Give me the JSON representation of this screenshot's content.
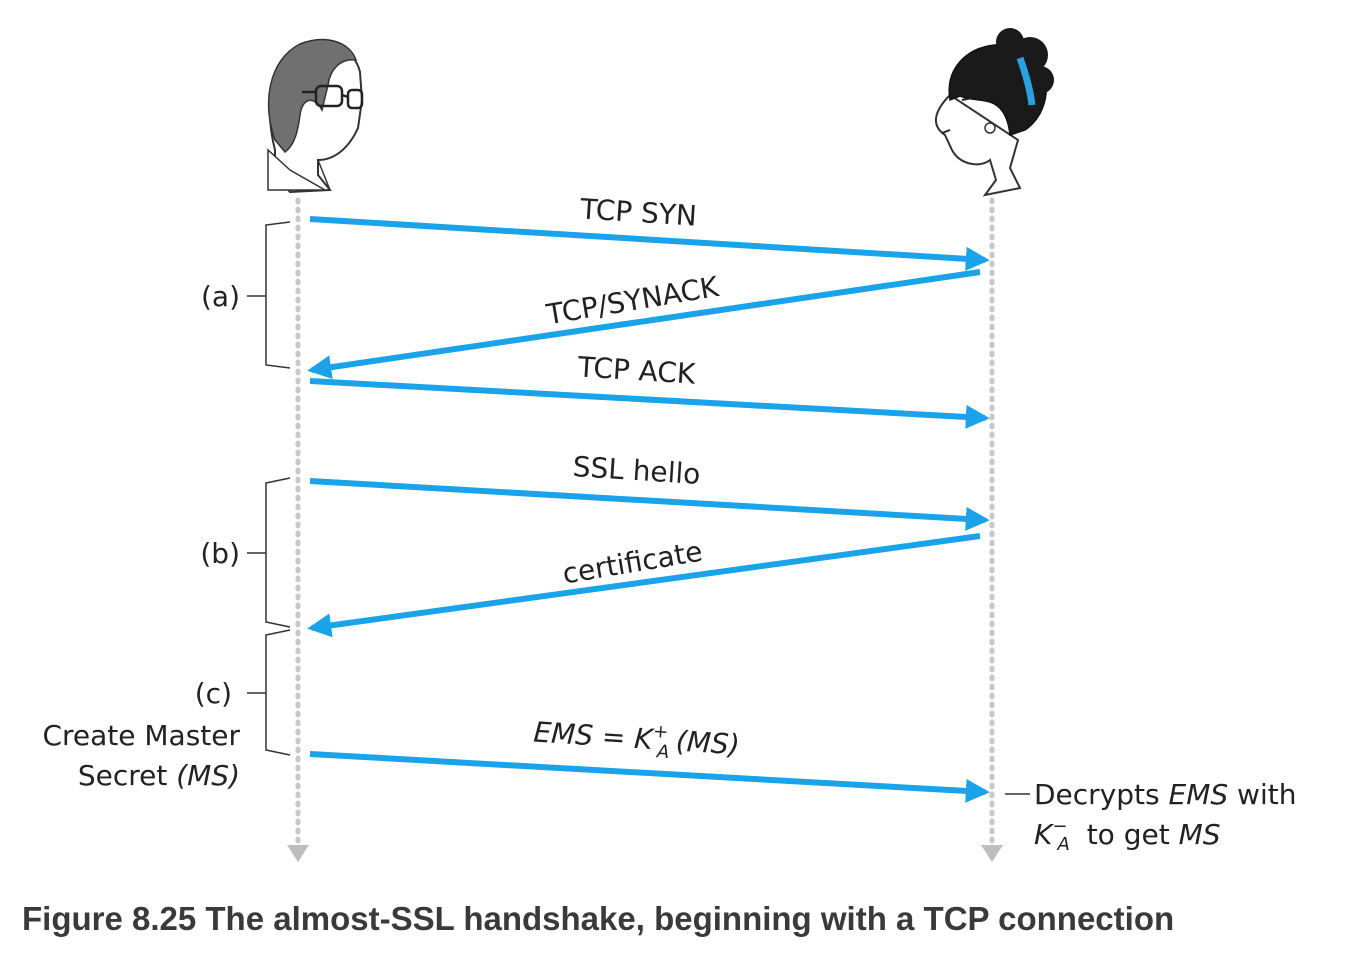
{
  "diagram": {
    "arrow_color": "#1aa3e8",
    "messages": [
      {
        "label": "TCP SYN",
        "direction": "alice-to-bob"
      },
      {
        "label": "TCP/SYNACK",
        "direction": "bob-to-alice"
      },
      {
        "label": "TCP ACK",
        "direction": "alice-to-bob"
      },
      {
        "label": "SSL hello",
        "direction": "alice-to-bob"
      },
      {
        "label": "certificate",
        "direction": "bob-to-alice"
      },
      {
        "label": "EMS = K",
        "sub": "A",
        "sup": "+",
        "tail": "(MS)",
        "direction": "alice-to-bob"
      }
    ],
    "phases": {
      "a": "(a)",
      "b": "(b)",
      "c": "(c)"
    },
    "alice_note": {
      "line1": "Create Master",
      "line2_plain": "Secret ",
      "line2_italic": "(MS)"
    },
    "bob_note": {
      "line1_plain": "Decrypts ",
      "line1_italic": "EMS",
      "line1_tail": " with",
      "key": "K",
      "key_sub": "A",
      "key_sup": "−",
      "line2_mid": " to get ",
      "line2_italic": "MS"
    },
    "figure_caption": "Figure 8.25 The almost-SSL handshake, beginning with a TCP connection"
  }
}
